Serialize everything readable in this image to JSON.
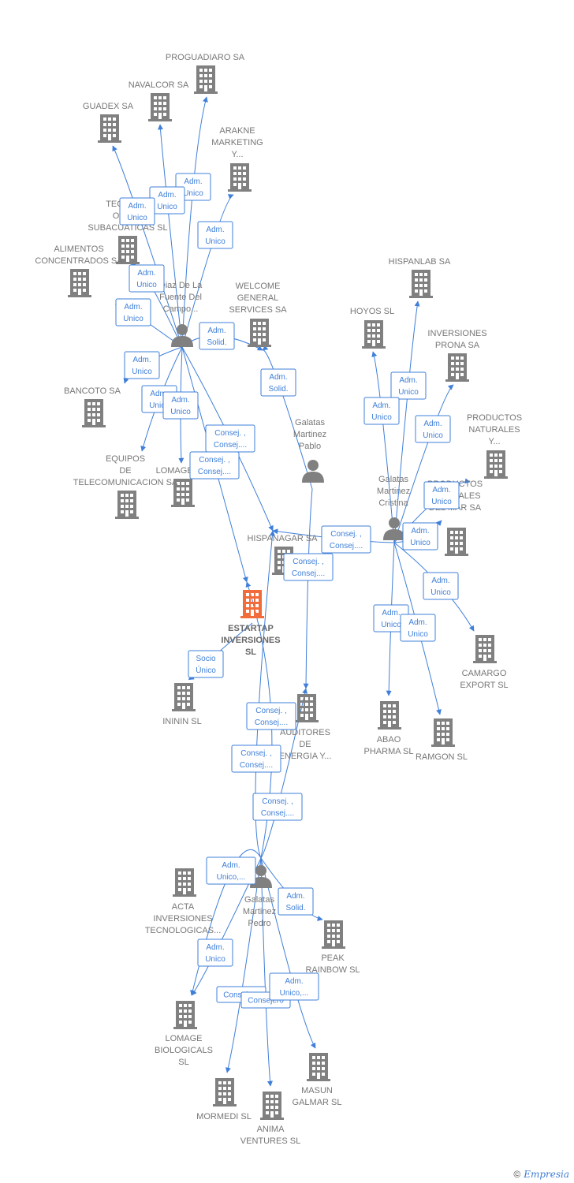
{
  "colors": {
    "node": "#808080",
    "main_node": "#f26b3a",
    "edge": "#3f7fd9"
  },
  "icons": {
    "company": "building-icon",
    "person": "person-icon",
    "copyright": "copyright-icon"
  },
  "nodes": [
    {
      "id": "proguadiaro",
      "type": "company",
      "lines": [
        "PROGUADIARO SA"
      ]
    },
    {
      "id": "navalcor",
      "type": "company",
      "lines": [
        "NAVALCOR SA"
      ]
    },
    {
      "id": "guadex",
      "type": "company",
      "lines": [
        "GUADEX SA"
      ]
    },
    {
      "id": "arakne",
      "type": "company",
      "lines": [
        "ARAKNE",
        "MARKETING",
        "Y..."
      ]
    },
    {
      "id": "tecnicas",
      "type": "company",
      "lines": [
        "TECNICAS",
        "OBRAS",
        "SUBACUATICAS SL"
      ]
    },
    {
      "id": "alimentos",
      "type": "company",
      "lines": [
        "ALIMENTOS",
        "CONCENTRADOS SA"
      ]
    },
    {
      "id": "diaz",
      "type": "person",
      "lines": [
        "Diaz De La",
        "Fuente Del",
        "Campo..."
      ]
    },
    {
      "id": "welcome",
      "type": "company",
      "lines": [
        "WELCOME",
        "GENERAL",
        "SERVICES SA"
      ]
    },
    {
      "id": "hispanlab",
      "type": "company",
      "lines": [
        "HISPANLAB SA"
      ]
    },
    {
      "id": "hoyos",
      "type": "company",
      "lines": [
        "HOYOS SL"
      ]
    },
    {
      "id": "inversiones_prona",
      "type": "company",
      "lines": [
        "INVERSIONES",
        "PRONA SA"
      ]
    },
    {
      "id": "productos_naturales",
      "type": "company",
      "lines": [
        "PRODUCTOS",
        "NATURALES",
        "Y..."
      ]
    },
    {
      "id": "bancoto",
      "type": "company",
      "lines": [
        "BANCOTO SA"
      ]
    },
    {
      "id": "equipos",
      "type": "company",
      "lines": [
        "EQUIPOS",
        "DE",
        "TELECOMUNICACION SA"
      ]
    },
    {
      "id": "lomage",
      "type": "company",
      "lines": [
        "LOMAGE SA"
      ]
    },
    {
      "id": "pablo",
      "type": "person",
      "lines": [
        "Galatas",
        "Martinez",
        "Pablo"
      ]
    },
    {
      "id": "cristina",
      "type": "person",
      "lines": [
        "Galatas",
        "Martinez",
        "Cristina"
      ]
    },
    {
      "id": "productos_mar",
      "type": "company",
      "lines": [
        "PRODUCTOS",
        "NATURALES",
        "DEL MAR SA"
      ]
    },
    {
      "id": "hispanagar",
      "type": "company",
      "lines": [
        "HISPANAGAR SA"
      ]
    },
    {
      "id": "estartap",
      "type": "main",
      "lines": [
        "ESTARTAP",
        "INVERSIONES",
        "SL"
      ]
    },
    {
      "id": "camargo",
      "type": "company",
      "lines": [
        "CAMARGO",
        "EXPORT  SL"
      ]
    },
    {
      "id": "ininin",
      "type": "company",
      "lines": [
        "INININ  SL"
      ]
    },
    {
      "id": "auditores",
      "type": "company",
      "lines": [
        "AUDITORES",
        "DE",
        "ENERGIA Y..."
      ]
    },
    {
      "id": "abao",
      "type": "company",
      "lines": [
        "ABAO",
        "PHARMA SL"
      ]
    },
    {
      "id": "ramgon",
      "type": "company",
      "lines": [
        "RAMGON  SL"
      ]
    },
    {
      "id": "acta",
      "type": "company",
      "lines": [
        "ACTA",
        "INVERSIONES",
        "TECNOLOGICAS..."
      ]
    },
    {
      "id": "pedro",
      "type": "person",
      "lines": [
        "Galatas",
        "Martinez",
        "Pedro"
      ]
    },
    {
      "id": "peak",
      "type": "company",
      "lines": [
        "PEAK",
        "RAINBOW  SL"
      ]
    },
    {
      "id": "lomage_bio",
      "type": "company",
      "lines": [
        "LOMAGE",
        "BIOLOGICALS",
        "SL"
      ]
    },
    {
      "id": "masun",
      "type": "company",
      "lines": [
        "MASUN",
        "GALMAR  SL"
      ]
    },
    {
      "id": "mormedi",
      "type": "company",
      "lines": [
        "MORMEDI  SL"
      ]
    },
    {
      "id": "anima",
      "type": "company",
      "lines": [
        "ANIMA",
        "VENTURES  SL"
      ]
    }
  ],
  "edges": [
    {
      "from": "diaz",
      "to": "proguadiaro",
      "label": [
        "Adm.",
        "Unico"
      ]
    },
    {
      "from": "diaz",
      "to": "navalcor",
      "label": [
        "Adm.",
        "Unico"
      ]
    },
    {
      "from": "diaz",
      "to": "guadex",
      "label": [
        "Adm.",
        "Unico"
      ]
    },
    {
      "from": "diaz",
      "to": "arakne",
      "label": [
        "Adm.",
        "Unico"
      ]
    },
    {
      "from": "diaz",
      "to": "tecnicas",
      "label": [
        "Adm.",
        "Unico"
      ]
    },
    {
      "from": "diaz",
      "to": "alimentos",
      "label": [
        "Adm.",
        "Unico"
      ]
    },
    {
      "from": "diaz",
      "to": "welcome",
      "label": [
        "Adm.",
        "Solid."
      ]
    },
    {
      "from": "diaz",
      "to": "bancoto",
      "label": [
        "Adm.",
        "Unico"
      ]
    },
    {
      "from": "diaz",
      "to": "equipos",
      "label": [
        "Adm.",
        "Unico"
      ]
    },
    {
      "from": "diaz",
      "to": "lomage",
      "label": [
        "Adm.",
        "Unico"
      ]
    },
    {
      "from": "diaz",
      "to": "hispanagar",
      "label": [
        "Consej. ,",
        "Consej...."
      ]
    },
    {
      "from": "diaz",
      "to": "estartap",
      "label": [
        "Consej. ,",
        "Consej...."
      ]
    },
    {
      "from": "pablo",
      "to": "welcome",
      "label": [
        "Adm.",
        "Solid."
      ]
    },
    {
      "from": "pablo",
      "to": "auditores",
      "label": [
        "Consej. ,",
        "Consej...."
      ]
    },
    {
      "from": "cristina",
      "to": "hispanlab",
      "label": [
        "Adm.",
        "Unico"
      ]
    },
    {
      "from": "cristina",
      "to": "hoyos",
      "label": [
        "Adm.",
        "Unico"
      ]
    },
    {
      "from": "cristina",
      "to": "inversiones_prona",
      "label": [
        "Adm.",
        "Unico"
      ]
    },
    {
      "from": "cristina",
      "to": "productos_naturales",
      "label": [
        "Adm.",
        "Unico"
      ]
    },
    {
      "from": "cristina",
      "to": "productos_mar",
      "label": [
        "Adm.",
        "Unico"
      ]
    },
    {
      "from": "cristina",
      "to": "hispanagar",
      "label": [
        "Consej. ,",
        "Consej...."
      ]
    },
    {
      "from": "cristina",
      "to": "camargo",
      "label": [
        "Adm.",
        "Unico"
      ]
    },
    {
      "from": "cristina",
      "to": "abao",
      "label": [
        "Adm.",
        "Unico"
      ]
    },
    {
      "from": "cristina",
      "to": "ramgon",
      "label": [
        "Adm.",
        "Unico"
      ]
    },
    {
      "from": "estartap",
      "to": "ininin",
      "label": [
        "Socio",
        "Único"
      ]
    },
    {
      "from": "pedro",
      "to": "estartap",
      "label": [
        "Consej. ,",
        "Consej...."
      ]
    },
    {
      "from": "pedro",
      "to": "hispanagar",
      "label": [
        "Consej. ,",
        "Consej...."
      ]
    },
    {
      "from": "pedro",
      "to": "auditores",
      "label": [
        "Consej. ,",
        "Consej...."
      ]
    },
    {
      "from": "pedro",
      "to": "acta",
      "label": [
        "Adm.",
        "Unico,..."
      ]
    },
    {
      "from": "pedro",
      "to": "peak",
      "label": [
        "Adm.",
        "Solid."
      ]
    },
    {
      "from": "pedro",
      "to": "lomage_bio",
      "label": [
        "Adm.",
        "Unico"
      ]
    },
    {
      "from": "pedro",
      "to": "mormedi",
      "label": [
        "Consejero"
      ]
    },
    {
      "from": "pedro",
      "to": "anima",
      "label": [
        "Consejero"
      ]
    },
    {
      "from": "pedro",
      "to": "masun",
      "label": [
        "Adm.",
        "Unico,..."
      ]
    }
  ],
  "footer": {
    "copyright_symbol": "©",
    "brand": "Empresia"
  }
}
